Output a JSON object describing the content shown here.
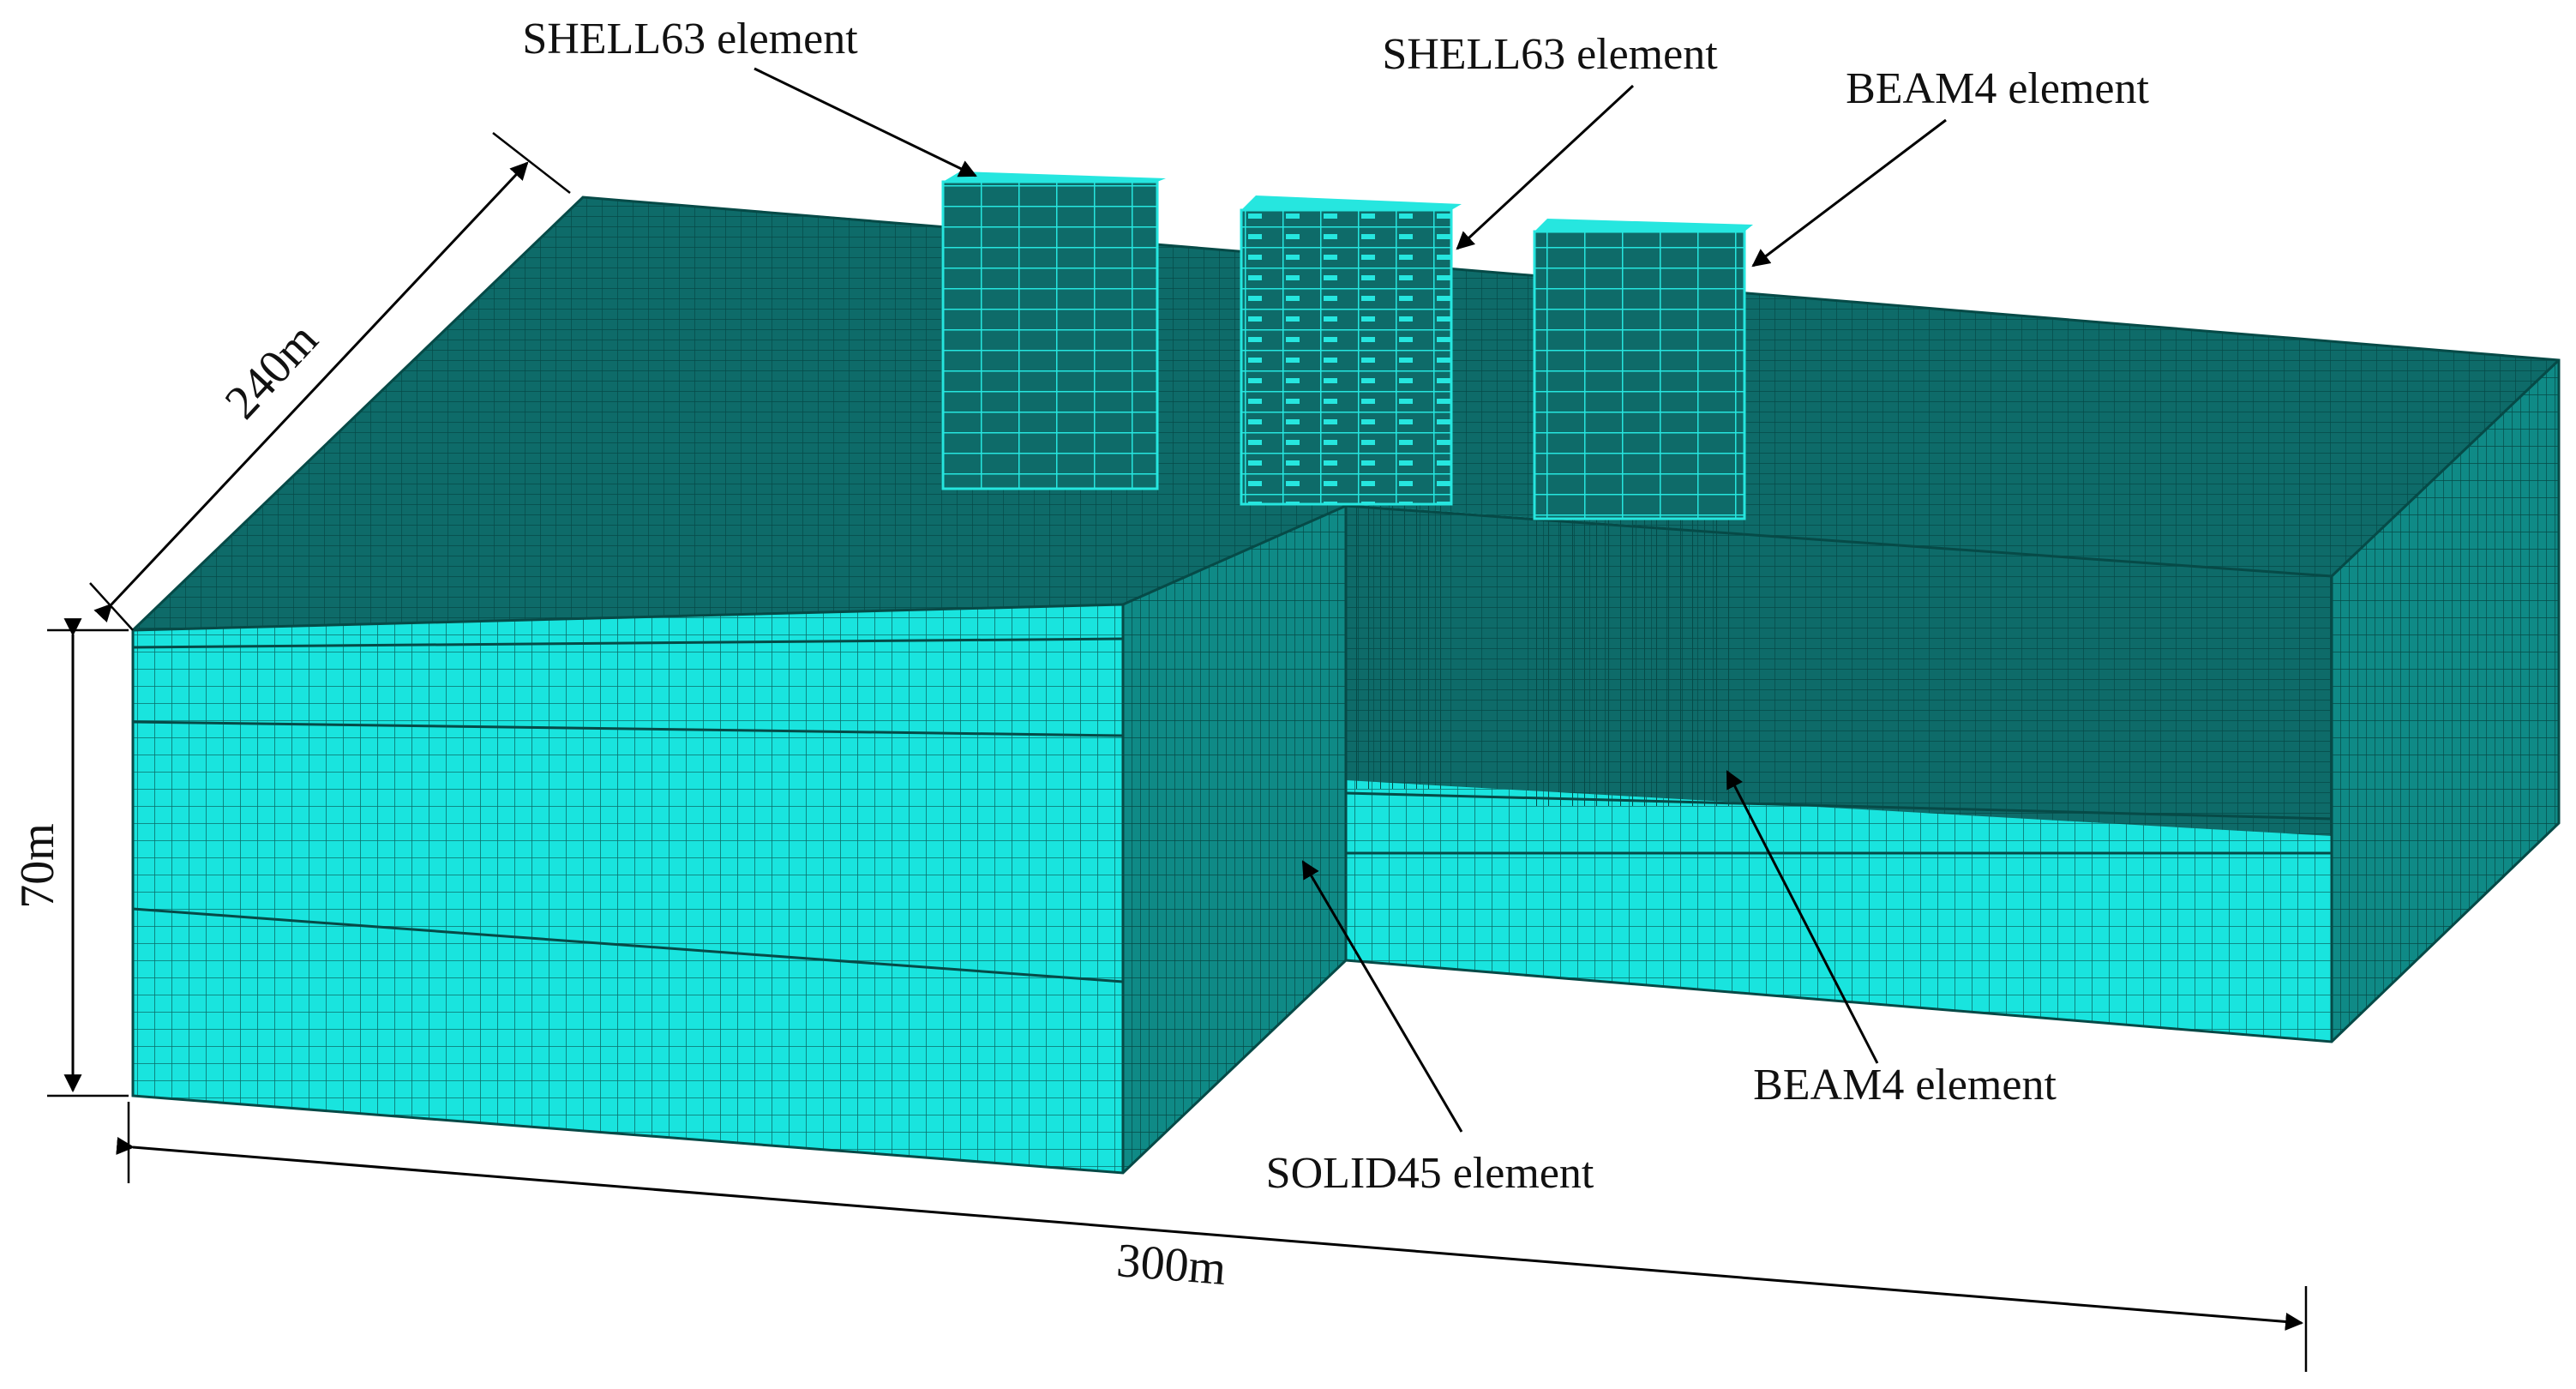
{
  "figure": {
    "labels": {
      "shell63_left": "SHELL63 element",
      "shell63_mid": "SHELL63 element",
      "beam4_top": "BEAM4 element",
      "beam4_bottom": "BEAM4 element",
      "solid45": "SOLID45  element"
    },
    "dimensions": {
      "depth": "240m",
      "height": "70m",
      "length": "300m"
    },
    "colors": {
      "soil_top": "#0e6b69",
      "soil_front_light": "#19e4de",
      "soil_side": "#0f7f7b",
      "mesh_line": "#064a47",
      "building": "#19d8d2"
    }
  }
}
